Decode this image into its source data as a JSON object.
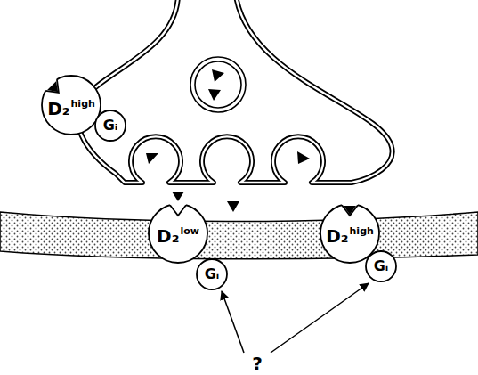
{
  "diagram": {
    "nodes": [
      {
        "text": [
          "D₂",
          "high"
        ]
      },
      {
        "text": [
          "Gᵢ"
        ]
      },
      {
        "text": [
          "D₂",
          "low"
        ]
      },
      {
        "text": [
          "Gᵢ"
        ]
      },
      {
        "text": [
          "D₂",
          "high"
        ]
      },
      {
        "text": [
          "Gᵢ"
        ]
      }
    ],
    "labels": [
      "?"
    ]
  }
}
